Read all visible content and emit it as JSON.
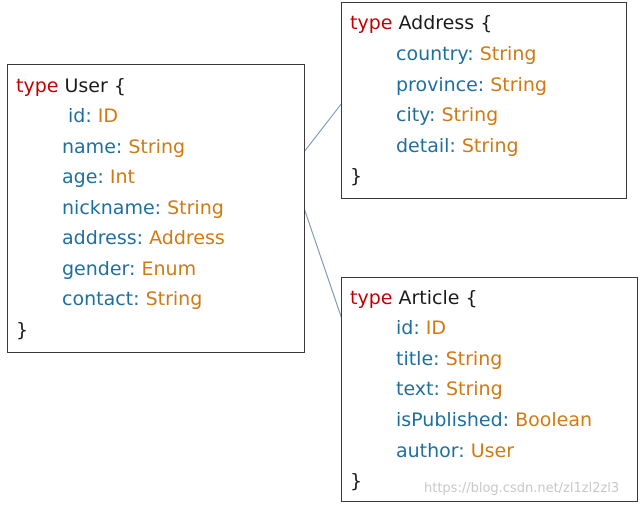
{
  "diagram": {
    "keyword": "type",
    "colors": {
      "keyword": "#c00000",
      "field_name": "#1f6f9e",
      "field_type": "#d07a14",
      "border": "#3a3a3a",
      "connector": "#6f8fae"
    },
    "types": [
      {
        "name": "User",
        "fields": [
          {
            "name": "id",
            "type": "ID"
          },
          {
            "name": "name",
            "type": "String"
          },
          {
            "name": "age",
            "type": "Int"
          },
          {
            "name": "nickname",
            "type": "String"
          },
          {
            "name": "address",
            "type": "Address"
          },
          {
            "name": "gender",
            "type": "Enum"
          },
          {
            "name": "contact",
            "type": "String"
          }
        ]
      },
      {
        "name": "Address",
        "fields": [
          {
            "name": "country",
            "type": "String"
          },
          {
            "name": "province",
            "type": "String"
          },
          {
            "name": "city",
            "type": "String"
          },
          {
            "name": "detail",
            "type": "String"
          }
        ]
      },
      {
        "name": "Article",
        "fields": [
          {
            "name": "id",
            "type": "ID"
          },
          {
            "name": "title",
            "type": "String"
          },
          {
            "name": "text",
            "type": "String"
          },
          {
            "name": "isPublished",
            "type": "Boolean"
          },
          {
            "name": "author",
            "type": "User"
          }
        ]
      }
    ],
    "connectors": [
      {
        "from": "User.address",
        "to": "Address"
      },
      {
        "from": "Article.author",
        "to": "User"
      }
    ],
    "open_brace": "{",
    "close_brace": "}"
  },
  "watermark": "https://blog.csdn.net/zl1zl2zl3"
}
